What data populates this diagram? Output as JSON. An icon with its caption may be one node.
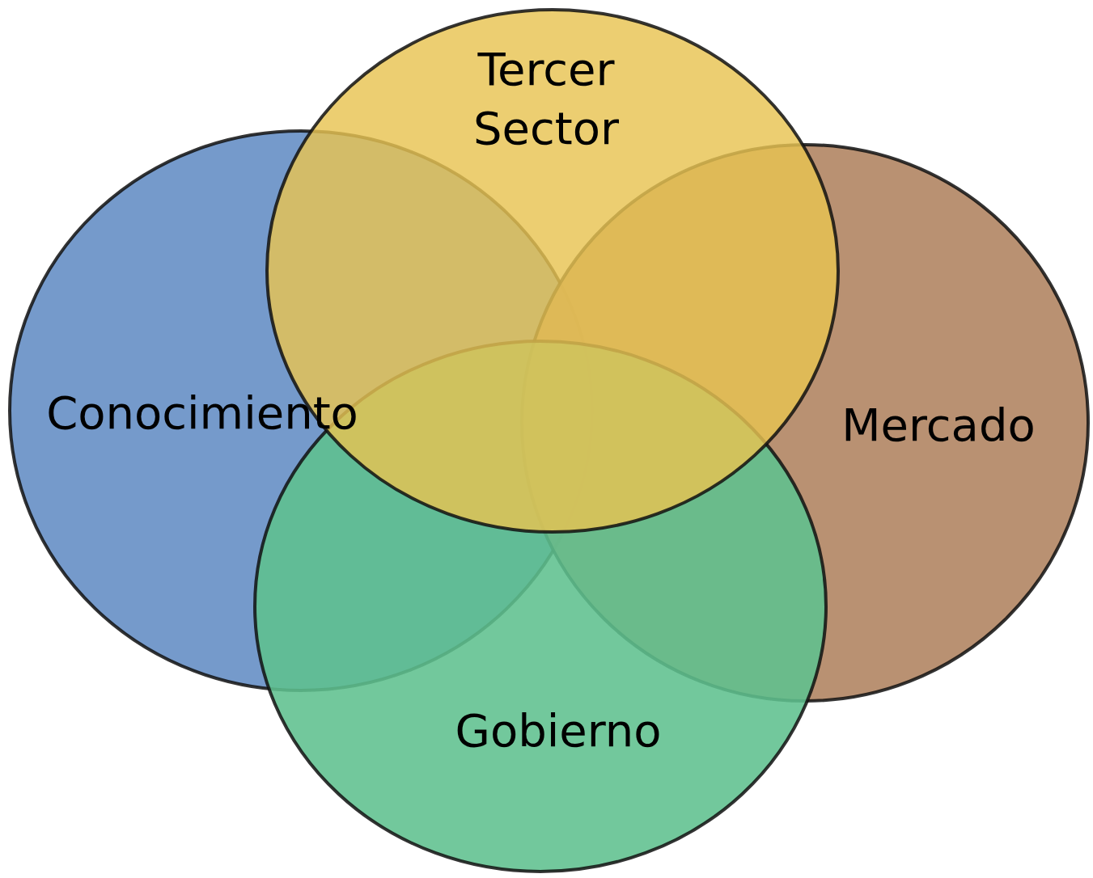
{
  "diagram": {
    "nodes": [
      {
        "text": [
          "Tercer Sector"
        ]
      },
      {
        "text": [
          "Conocimiento"
        ]
      },
      {
        "text": [
          "Mercado"
        ]
      },
      {
        "text": [
          "Gobierno"
        ]
      }
    ]
  }
}
